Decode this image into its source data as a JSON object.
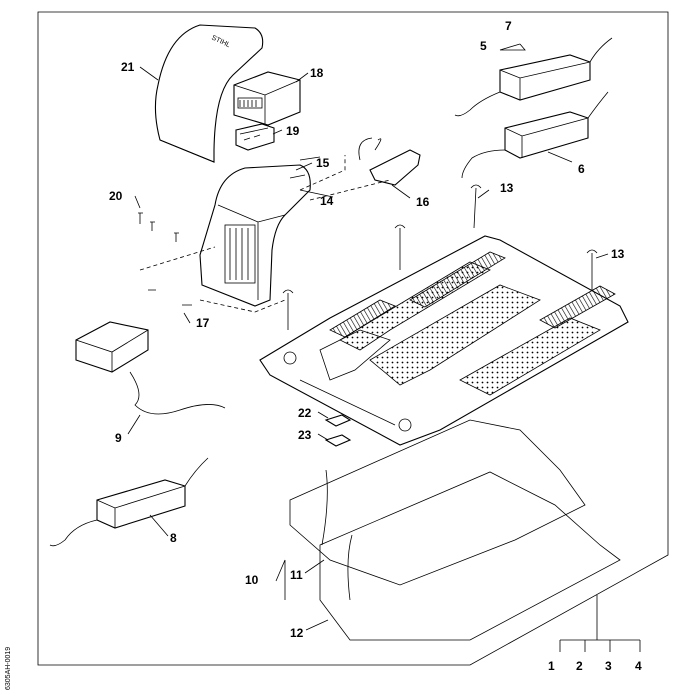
{
  "callouts": {
    "c1": "1",
    "c2": "2",
    "c3": "3",
    "c4": "4",
    "c5": "5",
    "c6": "6",
    "c7": "7",
    "c8": "8",
    "c9": "9",
    "c10": "10",
    "c11": "11",
    "c12": "12",
    "c13a": "13",
    "c13b": "13",
    "c14": "14",
    "c15": "15",
    "c16": "16",
    "c17": "17",
    "c18": "18",
    "c19": "19",
    "c20": "20",
    "c21": "21",
    "c22": "22",
    "c23": "23"
  },
  "logo_text": "STIHL",
  "side_code": "6305AH-0019"
}
